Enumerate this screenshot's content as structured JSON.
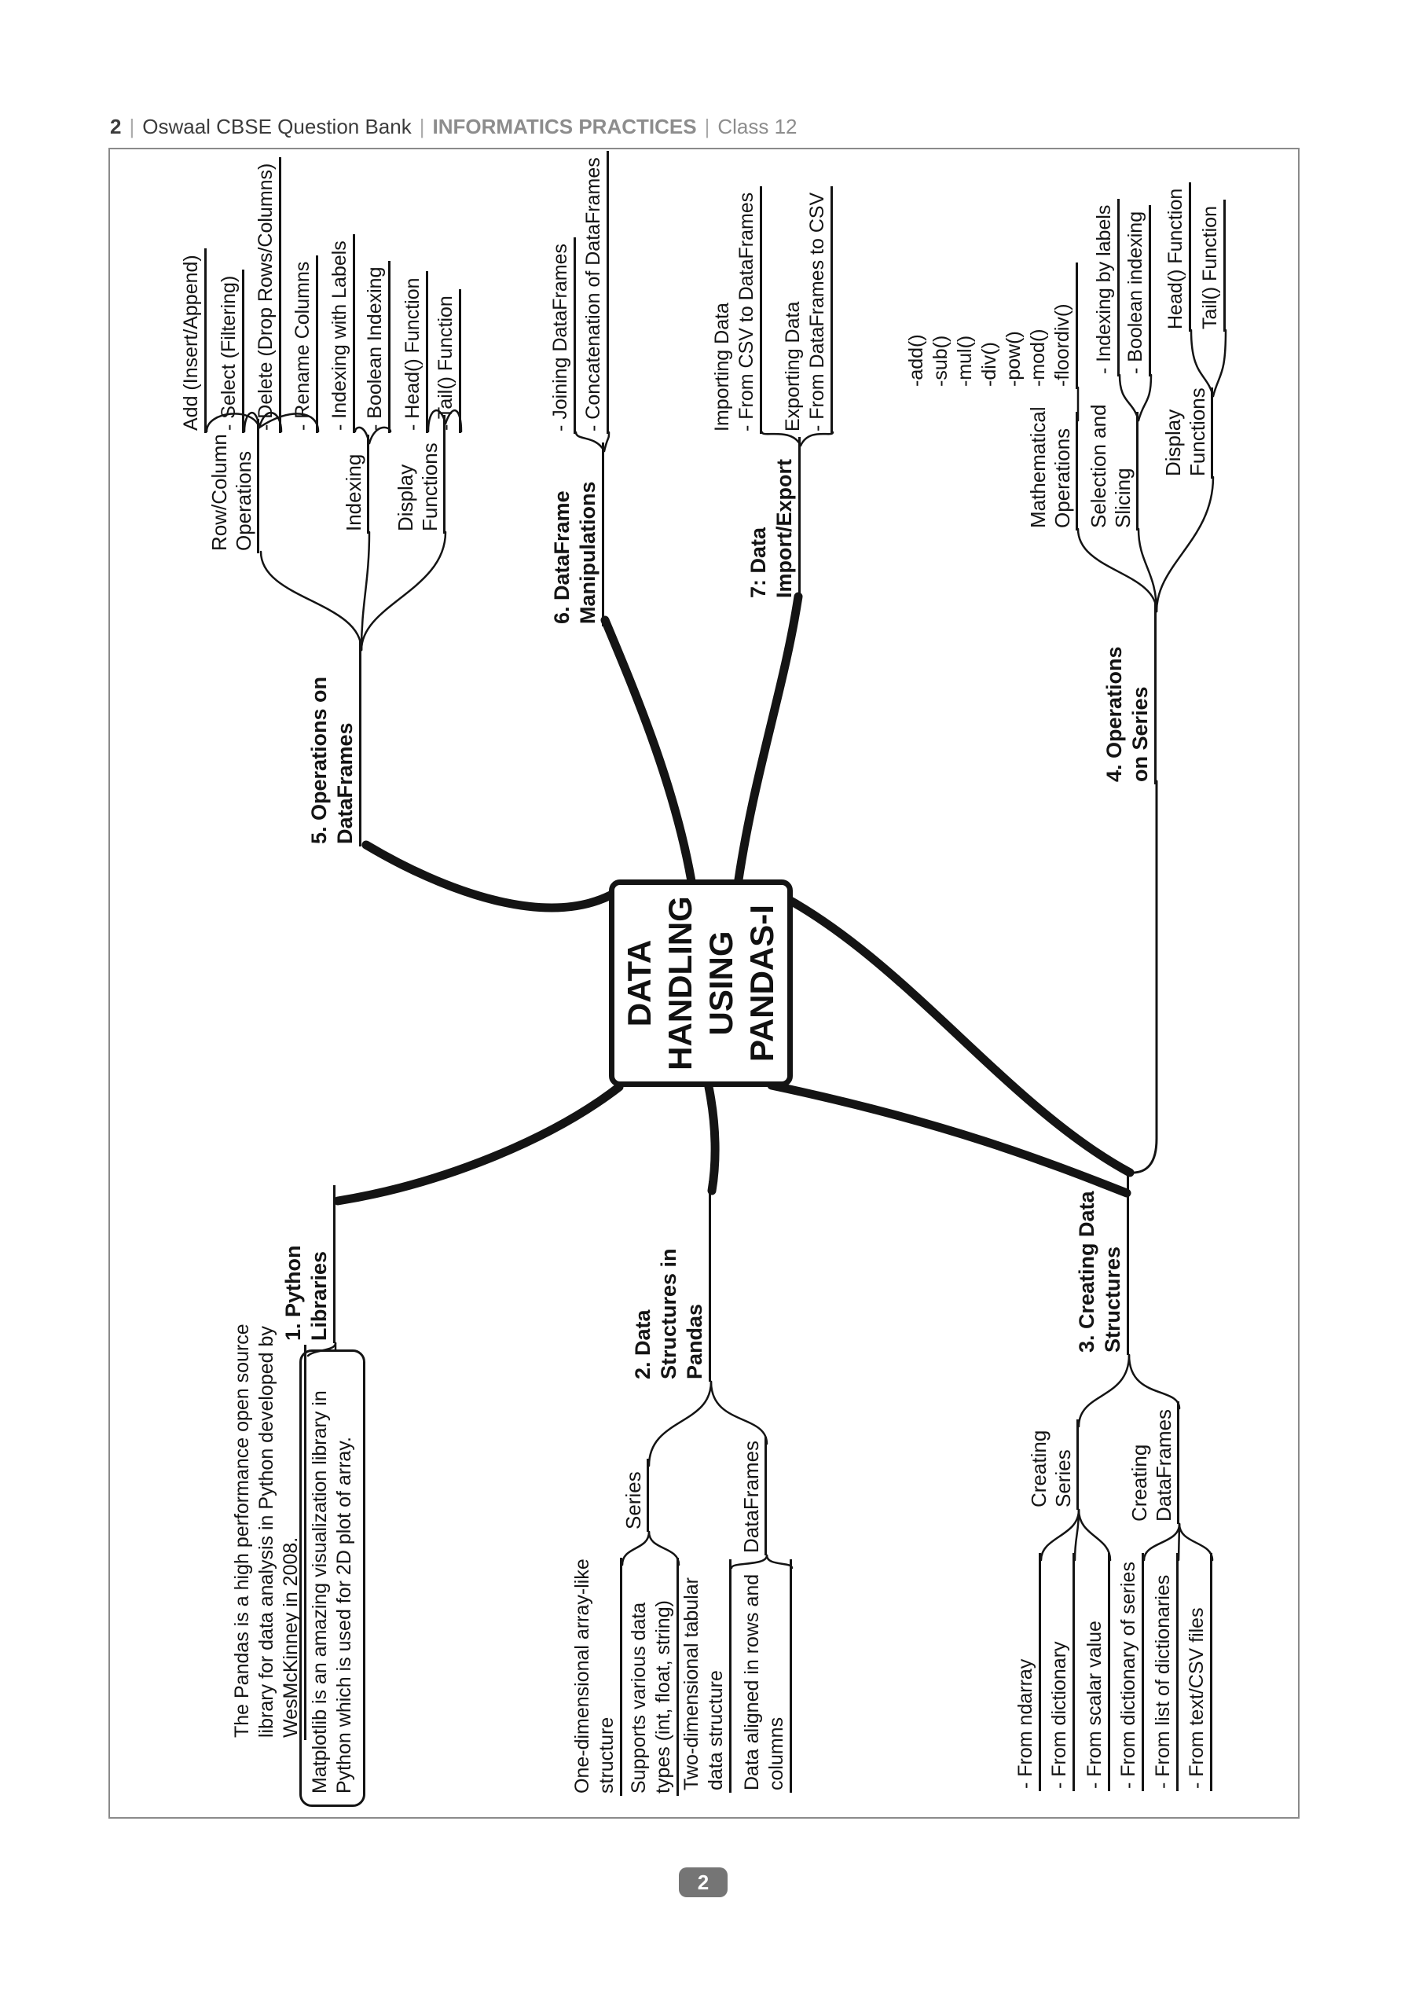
{
  "header": {
    "page_number": "2",
    "separator": "|",
    "book": "Oswaal CBSE Question Bank",
    "subject": "INFORMATICS PRACTICES",
    "class_label": "Class 12"
  },
  "footer": {
    "page_badge": "2"
  },
  "mindmap": {
    "center": {
      "id": "center",
      "label": "DATA\nHANDLING\nUSING\nPANDAS-I"
    },
    "branches": [
      {
        "id": "b1",
        "label": "1. Python\nLibraries",
        "children": [
          {
            "id": "b1-pandas",
            "label": "The Pandas is a high performance open source\nlibrary for data analysis in Python developed by\nWesMcKinney in 2008."
          },
          {
            "id": "b1-matplotlib",
            "label": "Matplotlib is an amazing visualization library in\nPython which is used for 2D plot of array.",
            "boxed": true
          }
        ]
      },
      {
        "id": "b2",
        "label": "2. Data\nStructures in\nPandas",
        "children": [
          {
            "id": "b2-series",
            "label": "Series",
            "children": [
              {
                "id": "b2-series-1",
                "label": "One-dimensional array-like\nstructure"
              },
              {
                "id": "b2-series-2",
                "label": "Supports various data\ntypes (int, float, string)"
              }
            ]
          },
          {
            "id": "b2-df",
            "label": "DataFrames",
            "children": [
              {
                "id": "b2-df-1",
                "label": "Two-dimensional tabular\ndata structure"
              },
              {
                "id": "b2-df-2",
                "label": "Data aligned in rows and\ncolumns"
              }
            ]
          }
        ]
      },
      {
        "id": "b3",
        "label": "3. Creating Data\nStructures",
        "children": [
          {
            "id": "b3-cs",
            "label": "Creating\nSeries",
            "children": [
              {
                "id": "b3-cs-1",
                "label": "- From ndarray"
              },
              {
                "id": "b3-cs-2",
                "label": "- From dictionary"
              },
              {
                "id": "b3-cs-3",
                "label": "- From scalar value"
              }
            ]
          },
          {
            "id": "b3-cdf",
            "label": "Creating\nDataFrames",
            "children": [
              {
                "id": "b3-cdf-1",
                "label": "- From dictionary of series"
              },
              {
                "id": "b3-cdf-2",
                "label": "- From list of dictionaries"
              },
              {
                "id": "b3-cdf-3",
                "label": "- From text/CSV files"
              }
            ]
          }
        ]
      },
      {
        "id": "b4",
        "label": "4. Operations\non Series",
        "children": [
          {
            "id": "b4-math",
            "label": "Mathematical\nOperations",
            "children": [
              {
                "id": "b4-math-ops",
                "label": "-add()\n-sub()\n-mul()\n-div()\n-pow()\n-mod()\n-floordiv()"
              }
            ]
          },
          {
            "id": "b4-sel",
            "label": "Selection and\nSlicing",
            "children": [
              {
                "id": "b4-sel-1",
                "label": "- Indexing by labels"
              },
              {
                "id": "b4-sel-2",
                "label": "- Boolean indexing"
              }
            ]
          },
          {
            "id": "b4-disp",
            "label": "Display\nFunctions",
            "children": [
              {
                "id": "b4-disp-1",
                "label": "Head() Function"
              },
              {
                "id": "b4-disp-2",
                "label": "Tail() Function"
              }
            ]
          }
        ]
      },
      {
        "id": "b5",
        "label": "5. Operations on\nDataFrames",
        "children": [
          {
            "id": "b5-rc",
            "label": "Row/Column\nOperations",
            "children": [
              {
                "id": "b5-rc-1",
                "label": "Add (Insert/Append)"
              },
              {
                "id": "b5-rc-2",
                "label": "- Select (Filtering)"
              },
              {
                "id": "b5-rc-3",
                "label": "- Delete (Drop Rows/Columns)"
              },
              {
                "id": "b5-rc-4",
                "label": "- Rename Columns"
              }
            ]
          },
          {
            "id": "b5-idx",
            "label": "Indexing",
            "children": [
              {
                "id": "b5-idx-1",
                "label": "- Indexing with Labels"
              },
              {
                "id": "b5-idx-2",
                "label": "- Boolean Indexing"
              }
            ]
          },
          {
            "id": "b5-disp",
            "label": "Display\nFunctions",
            "children": [
              {
                "id": "b5-disp-1",
                "label": "- Head() Function"
              },
              {
                "id": "b5-disp-2",
                "label": "- Tail() Function"
              }
            ]
          }
        ]
      },
      {
        "id": "b6",
        "label": "6. DataFrame\nManipulations",
        "children": [
          {
            "id": "b6-1",
            "label": "- Joining DataFrames"
          },
          {
            "id": "b6-2",
            "label": "- Concatenation of DataFrames"
          }
        ]
      },
      {
        "id": "b7",
        "label": "7: Data\nImport/Export",
        "children": [
          {
            "id": "b7-1",
            "label": "Importing Data\n- From CSV to DataFrames"
          },
          {
            "id": "b7-2",
            "label": "Exporting Data\n- From DataFrames to CSV"
          }
        ]
      }
    ]
  }
}
